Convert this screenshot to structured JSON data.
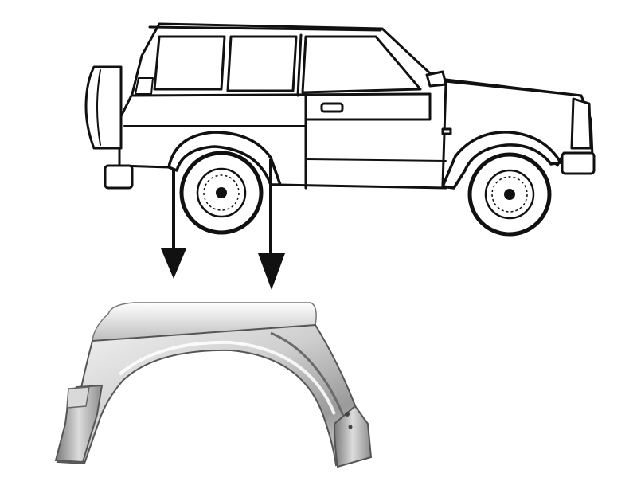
{
  "diagram": {
    "subject": "suv-side-view",
    "part": "rear-wheel-arch-repair-panel",
    "callouts": 2
  },
  "colors": {
    "line": "#111111",
    "body_fill": "#ffffff",
    "panel_light": "#f2f2f2",
    "panel_mid": "#b9b9b9",
    "panel_dark": "#6f6f6f",
    "tire": "#222222"
  },
  "icons": {
    "arrow": "arrow-down-icon"
  }
}
